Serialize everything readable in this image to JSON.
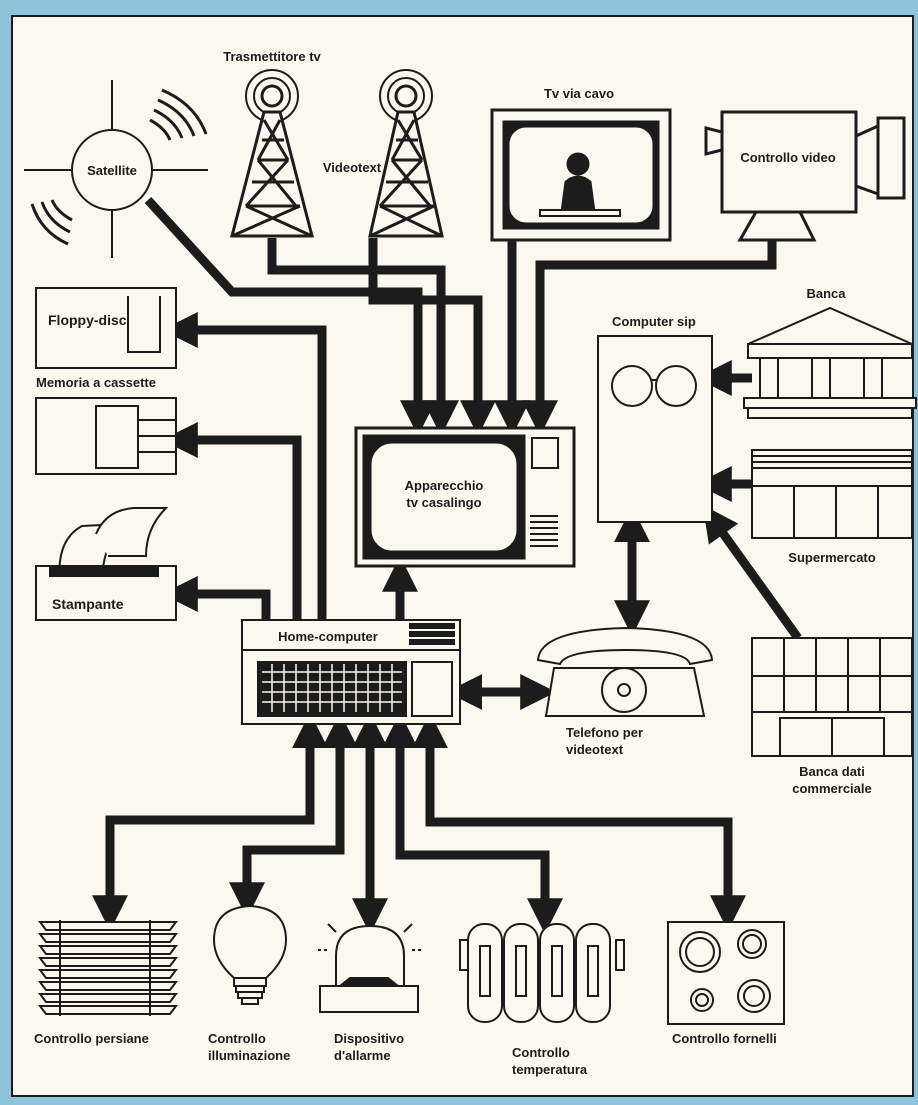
{
  "labels": {
    "trasmettitore_tv": "Trasmettitore tv",
    "satellite": "Satellite",
    "videotext": "Videotext",
    "tv_via_cavo": "Tv via cavo",
    "controllo_video": "Controllo video",
    "floppy_disc": "Floppy-disc",
    "memoria_cassette": "Memoria a cassette",
    "banca": "Banca",
    "computer_sip": "Computer sip",
    "apparecchio_l1": "Apparecchio",
    "apparecchio_l2": "tv casalingo",
    "supermercato": "Supermercato",
    "stampante": "Stampante",
    "home_computer": "Home-computer",
    "telefono_l1": "Telefono per",
    "telefono_l2": "videotext",
    "banca_dati_l1": "Banca dati",
    "banca_dati_l2": "commerciale",
    "persiane": "Controllo persiane",
    "illuminazione_l1": "Controllo",
    "illuminazione_l2": "illuminazione",
    "allarme_l1": "Dispositivo",
    "allarme_l2": "d'allarme",
    "temperatura_l1": "Controllo",
    "temperatura_l2": "temperatura",
    "fornelli": "Controllo fornelli"
  },
  "colors": {
    "background_border": "#8ec3dc",
    "paper": "#fbf8ef",
    "ink": "#1c1c1c"
  }
}
